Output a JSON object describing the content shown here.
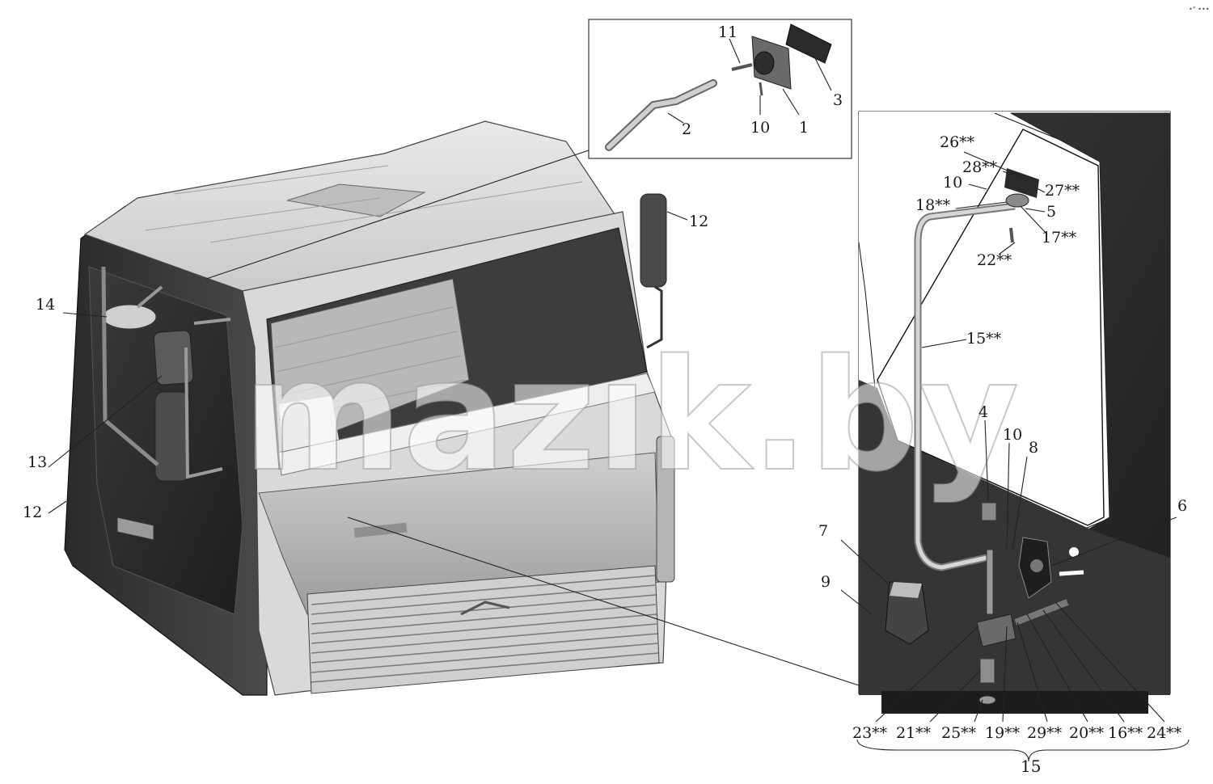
{
  "watermark": "mazık.by",
  "corner_mark": "•° •••",
  "labels": {
    "l1": "1",
    "l2": "2",
    "l3": "3",
    "l10a": "10",
    "l11": "11",
    "l12a": "12",
    "l12b": "12",
    "l13": "13",
    "l14": "14",
    "l26": "26**",
    "l28": "28**",
    "l10b": "10",
    "l27": "27**",
    "l18": "18**",
    "l5": "5",
    "l17": "17**",
    "l22": "22**",
    "l15s": "15**",
    "l4": "4",
    "l10c": "10",
    "l8": "8",
    "l6": "6",
    "l7": "7",
    "l9": "9",
    "l23": "23**",
    "l21": "21**",
    "l25": "25**",
    "l19": "19**",
    "l29": "29**",
    "l20": "20**",
    "l16": "16**",
    "l24": "24**",
    "l15": "15"
  }
}
